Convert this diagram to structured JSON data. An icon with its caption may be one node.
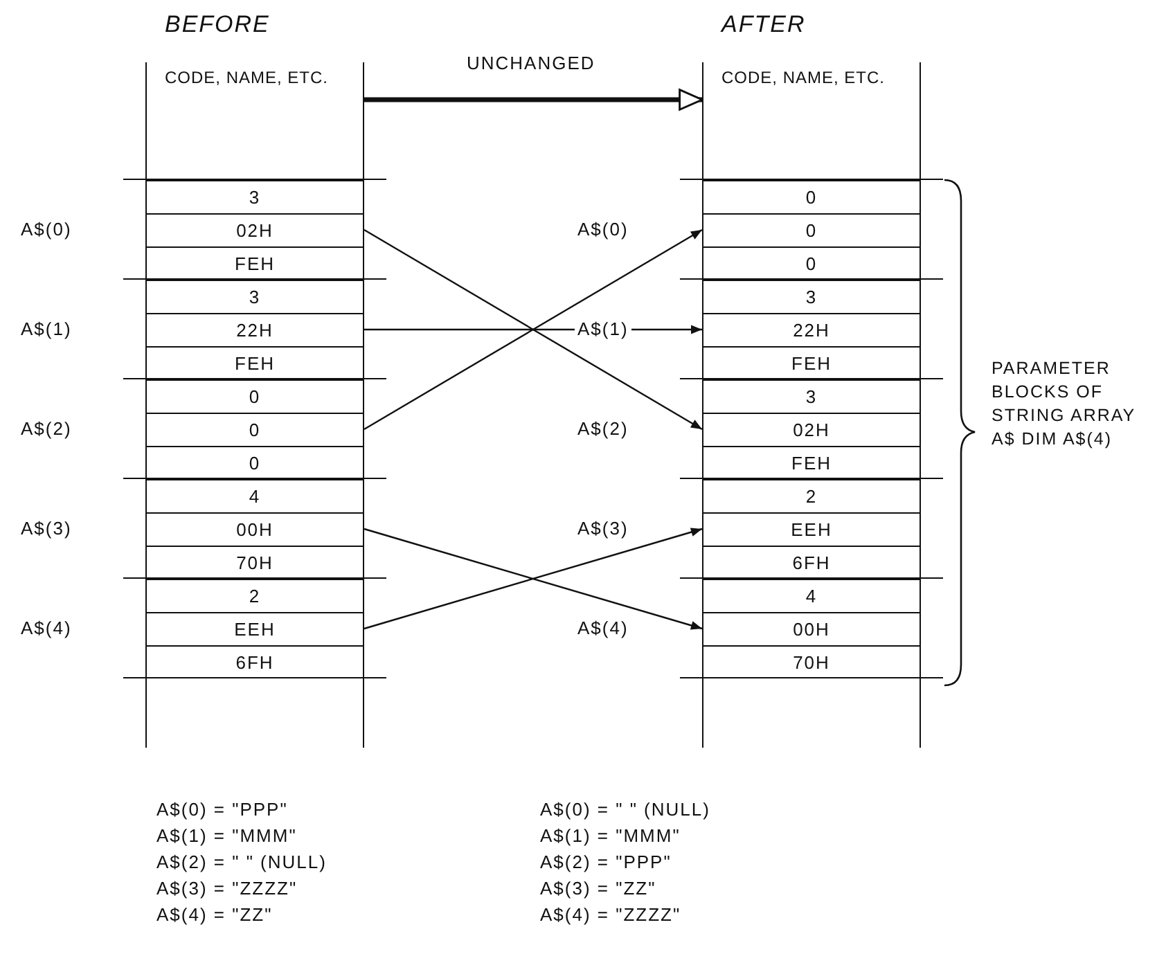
{
  "diagram": {
    "nodes": [
      {
        "text": [
          "BEFORE",
          "CODE, NAME, ETC."
        ]
      },
      {
        "text": [
          "3"
        ],
        "in": 0
      },
      {
        "text": [
          "02H"
        ],
        "in": 0
      },
      {
        "text": [
          "FEH"
        ],
        "in": 0
      },
      {
        "text": [
          "3"
        ],
        "in": 0
      },
      {
        "text": [
          "22H"
        ],
        "in": 0
      },
      {
        "text": [
          "FEH"
        ],
        "in": 0
      },
      {
        "text": [
          "0"
        ],
        "in": 0
      },
      {
        "text": [
          "0"
        ],
        "in": 0
      },
      {
        "text": [
          "0"
        ],
        "in": 0
      },
      {
        "text": [
          "4"
        ],
        "in": 0
      },
      {
        "text": [
          "00H"
        ],
        "in": 0
      },
      {
        "text": [
          "70H"
        ],
        "in": 0
      },
      {
        "text": [
          "2"
        ],
        "in": 0
      },
      {
        "text": [
          "EEH"
        ],
        "in": 0
      },
      {
        "text": [
          "6FH"
        ],
        "in": 0
      },
      {
        "text": [
          "AFTER",
          "CODE, NAME, ETC."
        ]
      },
      {
        "text": [
          "0"
        ],
        "in": 16
      },
      {
        "text": [
          "0"
        ],
        "in": 16
      },
      {
        "text": [
          "0"
        ],
        "in": 16
      },
      {
        "text": [
          "3"
        ],
        "in": 16
      },
      {
        "text": [
          "22H"
        ],
        "in": 16
      },
      {
        "text": [
          "FEH"
        ],
        "in": 16
      },
      {
        "text": [
          "3"
        ],
        "in": 16
      },
      {
        "text": [
          "02H"
        ],
        "in": 16
      },
      {
        "text": [
          "FEH"
        ],
        "in": 16
      },
      {
        "text": [
          "2"
        ],
        "in": 16
      },
      {
        "text": [
          "EEH"
        ],
        "in": 16
      },
      {
        "text": [
          "6FH"
        ],
        "in": 16
      },
      {
        "text": [
          "4"
        ],
        "in": 16
      },
      {
        "text": [
          "00H"
        ],
        "in": 16
      },
      {
        "text": [
          "70H"
        ],
        "in": 16
      }
    ],
    "edges": [
      {
        "from": 0,
        "to": 16,
        "arrow": "to",
        "label": "UNCHANGED",
        "style": "thick"
      },
      {
        "from": 2,
        "to": 24,
        "arrow": "to"
      },
      {
        "from": 5,
        "to": 21,
        "arrow": "to"
      },
      {
        "from": 8,
        "to": 18,
        "arrow": "to"
      },
      {
        "from": 11,
        "to": 30,
        "arrow": "to"
      },
      {
        "from": 14,
        "to": 27,
        "arrow": "to"
      }
    ],
    "labels": [
      "A$(0)",
      "A$(0)",
      "A$(1)",
      "A$(1)",
      "A$(2)",
      "A$(2)",
      "A$(3)",
      "A$(3)",
      "A$(4)",
      "A$(4)",
      "PARAMETER BLOCKS OF STRING ARRAY A$ DIM A$(4)",
      "A$(0) = \"PPP\"",
      "A$(0) = \" \" (NULL)",
      "A$(1) = \"MMM\"",
      "A$(1) = \"MMM\"",
      "A$(2) = \" \" (NULL)",
      "A$(2) = \"PPP\"",
      "A$(3) = \"ZZZZ\"",
      "A$(3) = \"ZZ\"",
      "A$(4) = \"ZZ\"",
      "A$(4) = \"ZZZZ\""
    ]
  }
}
